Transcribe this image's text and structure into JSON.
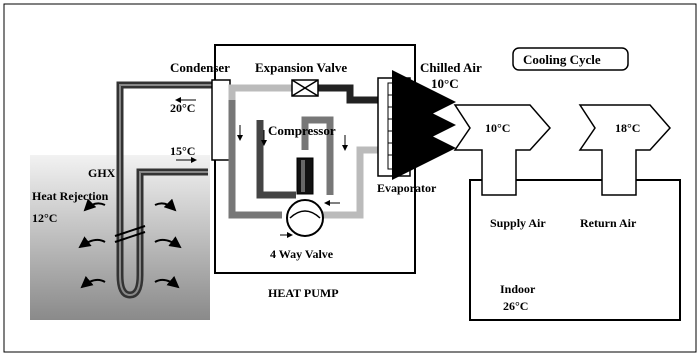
{
  "labels": {
    "condenser": "Condenser",
    "expansion_valve": "Expansion Valve",
    "chilled_air": "Chilled Air",
    "cooling_cycle": "Cooling Cycle",
    "compressor": "Compressor",
    "evaporator": "Evaporator",
    "four_way_valve": "4 Way  Valve",
    "heat_pump": "HEAT PUMP",
    "ghx": "GHX",
    "heat_rejection": "Heat Rejection",
    "supply_air": "Supply Air",
    "return_air": "Return Air",
    "indoor": "Indoor"
  },
  "temperatures": {
    "condenser_in": "20°C",
    "condenser_out": "15°C",
    "chilled_air": "10°C",
    "supply_duct": "10°C",
    "return_duct": "18°C",
    "ground": "12°C",
    "indoor": "26°C"
  }
}
